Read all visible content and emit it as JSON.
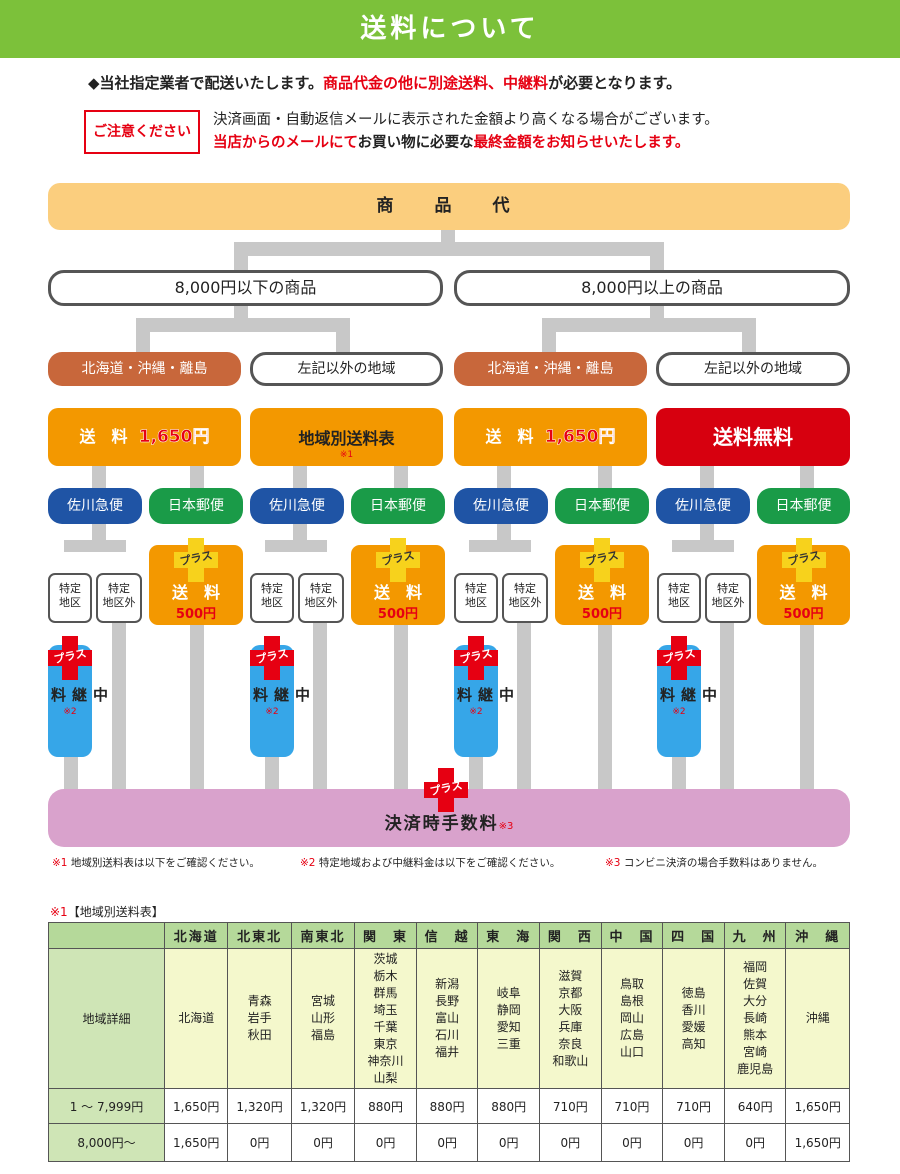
{
  "header": {
    "title": "送料について"
  },
  "intro": {
    "prefix": "◆当社指定業者で配送いたします。",
    "highlight": "商品代金の他に別途送料、中継料",
    "suffix": "が必要となります。"
  },
  "caution": {
    "label": "ご注意ください",
    "line1": "決済画面・自動返信メールに表示された金額より高くなる場合がございます。",
    "line2_red1": "当店からのメールにて",
    "line2_mid": "お買い物に必要な",
    "line2_red2": "最終金額をお知らせいたします。"
  },
  "flow": {
    "price_label": "商　品　代",
    "under": "8,000円以下の商品",
    "over": "8,000円以上の商品",
    "region_remote": "北海道・沖縄・離島",
    "region_other": "左記以外の地域",
    "shipping_label": "送　料",
    "shipping_fee": "1,650円",
    "regional_table": "地域別送料表",
    "note1_mark": "※1",
    "free_shipping": "送料無料",
    "sagawa": "佐川急便",
    "japan_post": "日本郵便",
    "special_area": "特定\n地区",
    "special_area_l1": "特定",
    "special_area_l2": "地区",
    "outside_l1": "特定",
    "outside_l2": "地区外",
    "plus": "プラス",
    "post_shipping": "送　料",
    "post_fee": "500円",
    "relay_fee": "中継料",
    "note2_mark": "※2",
    "settlement_fee": "決済時手数料",
    "note3_mark": "※3"
  },
  "notes": {
    "n1_mark": "※1",
    "n1_text": "地域別送料表は以下をご確認ください。",
    "n2_mark": "※2",
    "n2_text": "特定地域および中継料金は以下をご確認ください。",
    "n3_mark": "※3",
    "n3_text": "コンビニ決済の場合手数料はありません。"
  },
  "table": {
    "title_mark": "※1",
    "title": "【地域別送料表】",
    "headers": [
      "北海道",
      "北東北",
      "南東北",
      "関　東",
      "信　越",
      "東　海",
      "関　西",
      "中　国",
      "四　国",
      "九　州",
      "沖　縄"
    ],
    "row_detail_label": "地域詳細",
    "details": [
      "北海道",
      "青森\n岩手\n秋田",
      "宮城\n山形\n福島",
      "茨城\n栃木\n群馬\n埼玉\n千葉\n東京\n神奈川\n山梨",
      "新潟\n長野\n富山\n石川\n福井",
      "岐阜\n静岡\n愛知\n三重",
      "滋賀\n京都\n大阪\n兵庫\n奈良\n和歌山",
      "鳥取\n島根\n岡山\n広島\n山口",
      "徳島\n香川\n愛媛\n高知",
      "福岡\n佐賀\n大分\n長崎\n熊本\n宮崎\n鹿児島",
      "沖縄"
    ],
    "row1_label": "1 ～ 7,999円",
    "row1": [
      "1,650円",
      "1,320円",
      "1,320円",
      "880円",
      "880円",
      "880円",
      "710円",
      "710円",
      "710円",
      "640円",
      "1,650円"
    ],
    "row2_label": "8,000円～",
    "row2": [
      "1,650円",
      "0円",
      "0円",
      "0円",
      "0円",
      "0円",
      "0円",
      "0円",
      "0円",
      "0円",
      "1,650円"
    ]
  }
}
